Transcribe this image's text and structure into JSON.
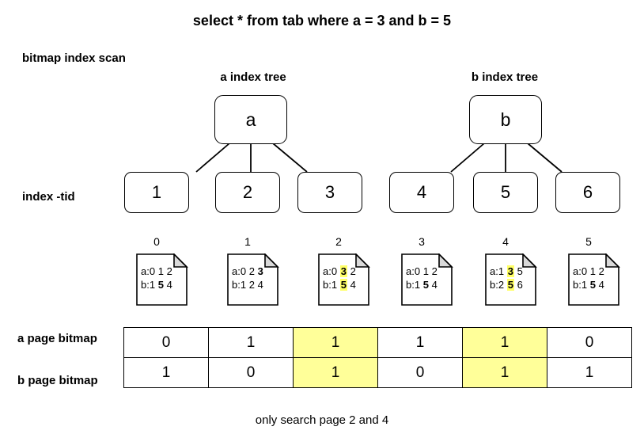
{
  "title": "select * from tab where a = 3 and b = 5",
  "labels": {
    "scan_type": "bitmap index scan",
    "index_tid": "index -tid",
    "a_tree": "a index tree",
    "b_tree": "b index tree",
    "a_bitmap": "a page bitmap",
    "b_bitmap": "b page bitmap",
    "caption": "only search page 2 and 4"
  },
  "trees": [
    {
      "name": "a-index-tree",
      "root": "a",
      "leaves": [
        "1",
        "2",
        "3"
      ]
    },
    {
      "name": "b-index-tree",
      "root": "b",
      "leaves": [
        "4",
        "5",
        "6"
      ]
    }
  ],
  "tid_numbers": [
    "0",
    "1",
    "2",
    "3",
    "4",
    "5"
  ],
  "pages": [
    {
      "id": "0",
      "a_label": "a:0",
      "a_vals": [
        {
          "t": "1",
          "s": "plain"
        },
        {
          "t": "2",
          "s": "plain"
        }
      ],
      "b_label": "b:1",
      "b_vals": [
        {
          "t": "5",
          "s": "bold"
        },
        {
          "t": "4",
          "s": "plain"
        }
      ]
    },
    {
      "id": "1",
      "a_label": "a:0",
      "a_vals": [
        {
          "t": "2",
          "s": "plain"
        },
        {
          "t": "3",
          "s": "bold"
        }
      ],
      "b_label": "b:1",
      "b_vals": [
        {
          "t": "2",
          "s": "plain"
        },
        {
          "t": "4",
          "s": "plain"
        }
      ]
    },
    {
      "id": "2",
      "a_label": "a:0",
      "a_vals": [
        {
          "t": "3",
          "s": "highlight"
        },
        {
          "t": "2",
          "s": "plain"
        }
      ],
      "b_label": "b:1",
      "b_vals": [
        {
          "t": "5",
          "s": "highlight"
        },
        {
          "t": "4",
          "s": "plain"
        }
      ]
    },
    {
      "id": "3",
      "a_label": "a:0",
      "a_vals": [
        {
          "t": "1",
          "s": "plain"
        },
        {
          "t": "2",
          "s": "plain"
        }
      ],
      "b_label": "b:1",
      "b_vals": [
        {
          "t": "5",
          "s": "bold"
        },
        {
          "t": "4",
          "s": "plain"
        }
      ]
    },
    {
      "id": "4",
      "a_label": "a:1",
      "a_vals": [
        {
          "t": "3",
          "s": "highlight"
        },
        {
          "t": "5",
          "s": "plain"
        }
      ],
      "b_label": "b:2",
      "b_vals": [
        {
          "t": "5",
          "s": "highlight"
        },
        {
          "t": "6",
          "s": "plain"
        }
      ]
    },
    {
      "id": "5",
      "a_label": "a:0",
      "a_vals": [
        {
          "t": "1",
          "s": "plain"
        },
        {
          "t": "2",
          "s": "plain"
        }
      ],
      "b_label": "b:1",
      "b_vals": [
        {
          "t": "5",
          "s": "bold"
        },
        {
          "t": "4",
          "s": "plain"
        }
      ]
    }
  ],
  "bitmap_rows": [
    {
      "name": "a page bitmap",
      "cells": [
        {
          "v": "0",
          "hl": false
        },
        {
          "v": "1",
          "hl": false
        },
        {
          "v": "1",
          "hl": true
        },
        {
          "v": "1",
          "hl": false
        },
        {
          "v": "1",
          "hl": true
        },
        {
          "v": "0",
          "hl": false
        }
      ]
    },
    {
      "name": "b page bitmap",
      "cells": [
        {
          "v": "1",
          "hl": false
        },
        {
          "v": "0",
          "hl": false
        },
        {
          "v": "1",
          "hl": true
        },
        {
          "v": "0",
          "hl": false
        },
        {
          "v": "1",
          "hl": true
        },
        {
          "v": "1",
          "hl": false
        }
      ]
    }
  ],
  "colors": {
    "highlight": "#ffff66",
    "cell_highlight": "#ffff99",
    "stroke": "#000000",
    "background": "#ffffff"
  }
}
